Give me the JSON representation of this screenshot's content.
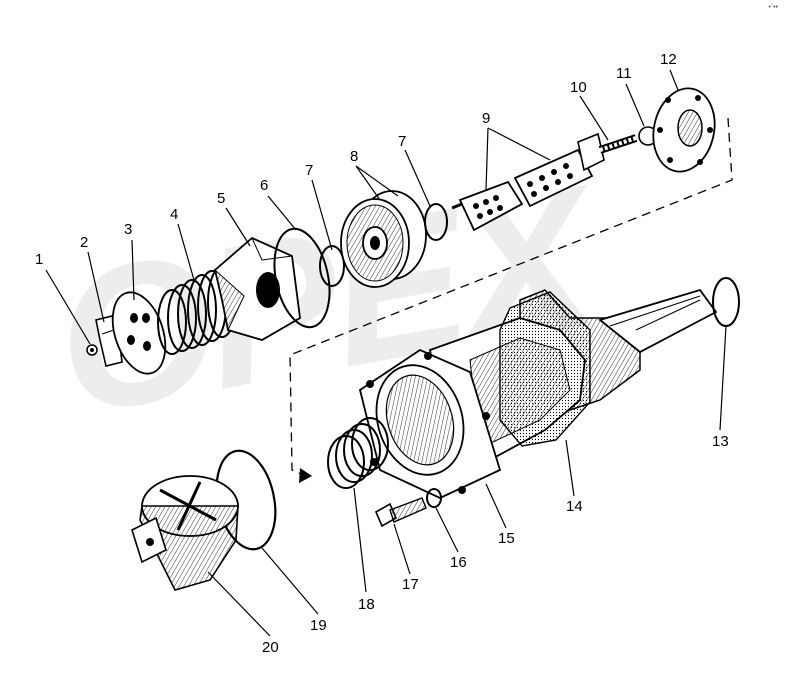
{
  "watermark": "OPEX",
  "corner_mark": "•´••",
  "labels": {
    "p1": "1",
    "p2": "2",
    "p3": "3",
    "p4": "4",
    "p5": "5",
    "p6": "6",
    "p7a": "7",
    "p7b": "7",
    "p8": "8",
    "p9": "9",
    "p10": "10",
    "p11": "11",
    "p12": "12",
    "p13": "13",
    "p14": "14",
    "p15": "15",
    "p16": "16",
    "p17": "17",
    "p18": "18",
    "p19": "19",
    "p20": "20"
  },
  "colors": {
    "ink": "#000000",
    "paper": "#ffffff",
    "shade": "#b9b9b9"
  }
}
